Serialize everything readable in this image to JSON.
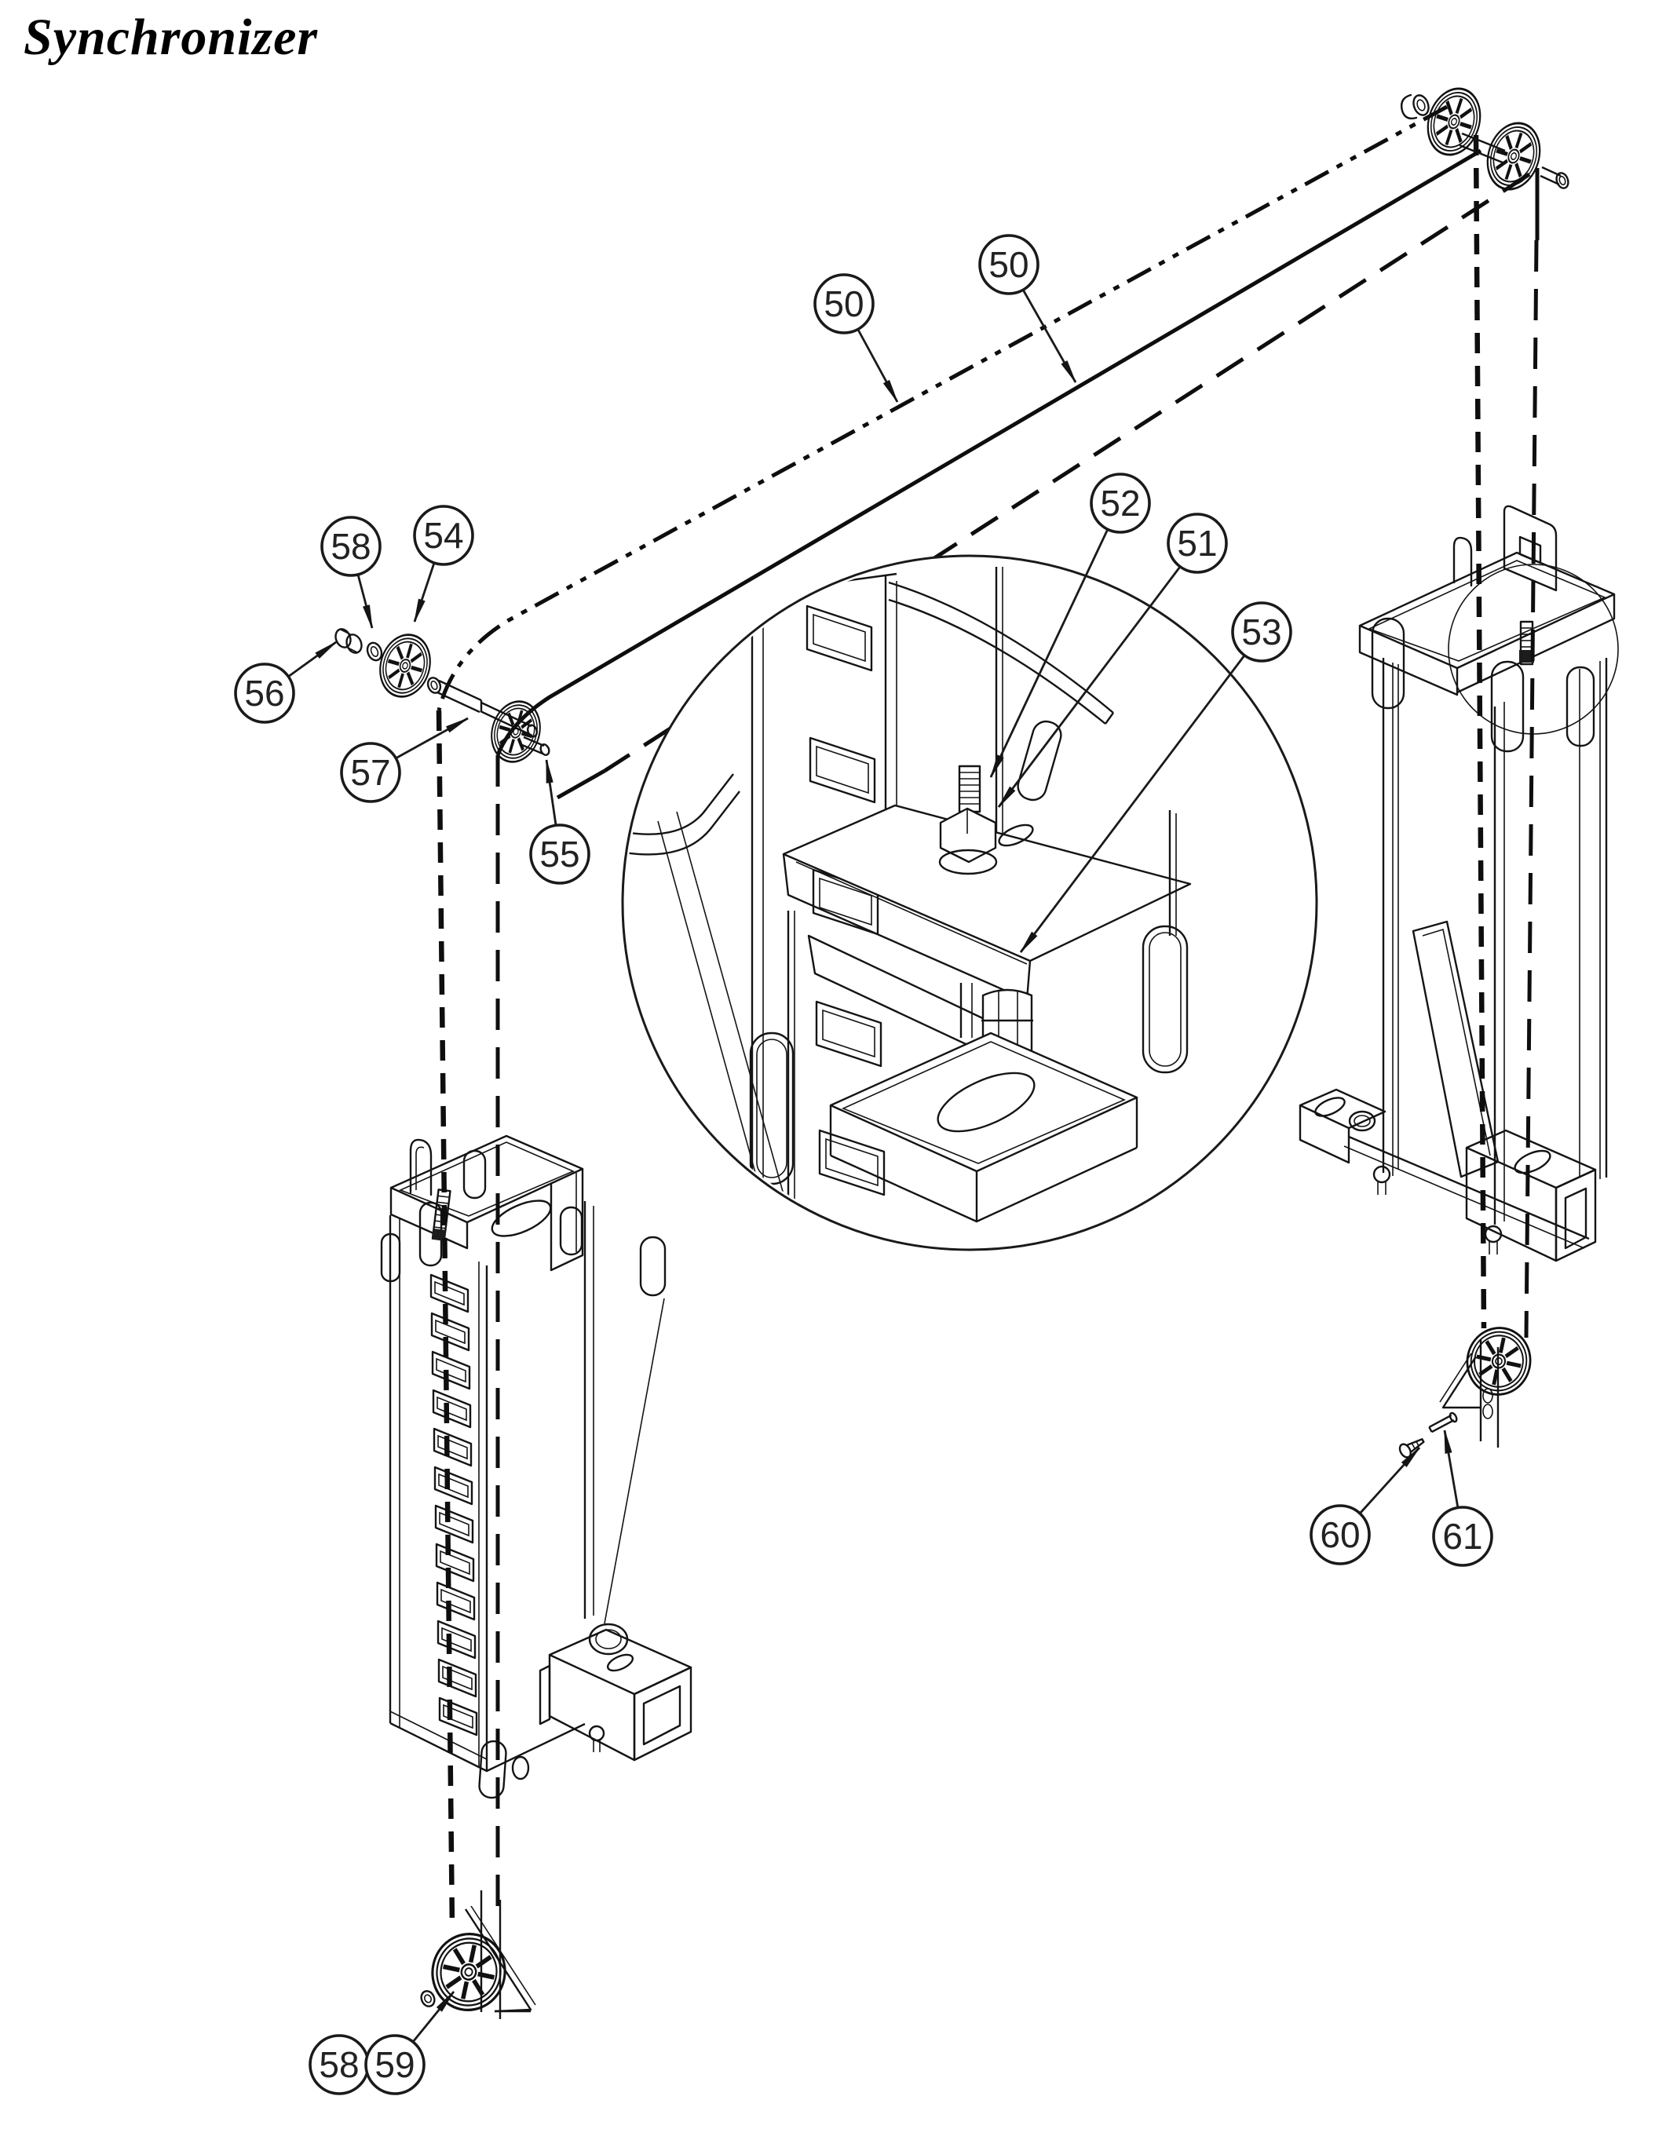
{
  "title": "Synchronizer",
  "callouts": {
    "c50a": {
      "label": "50"
    },
    "c50b": {
      "label": "50"
    },
    "c51": {
      "label": "51"
    },
    "c52": {
      "label": "52"
    },
    "c53": {
      "label": "53"
    },
    "c54": {
      "label": "54"
    },
    "c55": {
      "label": "55"
    },
    "c56": {
      "label": "56"
    },
    "c57": {
      "label": "57"
    },
    "c58a": {
      "label": "58"
    },
    "c58b": {
      "label": "58"
    },
    "c59": {
      "label": "59"
    },
    "c60": {
      "label": "60"
    },
    "c61": {
      "label": "61"
    }
  }
}
